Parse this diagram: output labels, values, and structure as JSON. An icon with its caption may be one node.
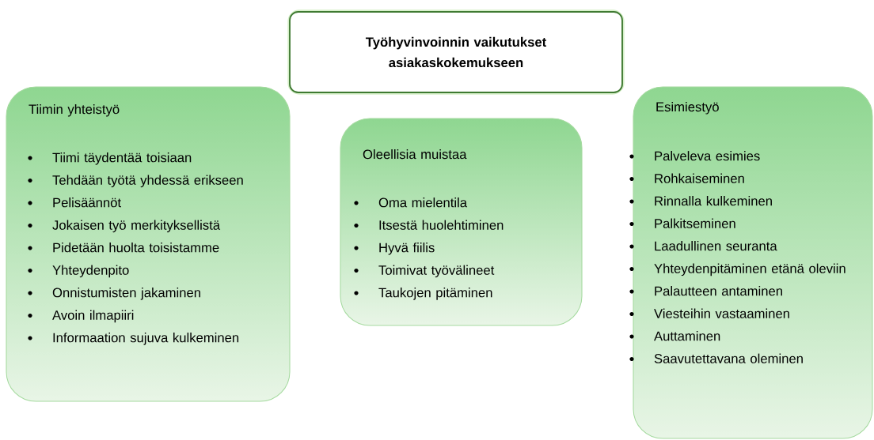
{
  "diagram": {
    "nodes": [
      {
        "text": [
          "Työhyvinvoinnin vaikutukset asiakaskokemukseen"
        ]
      },
      {
        "text": [
          "Tiimin yhteistyö",
          "Tiimi täydentää toisiaan",
          "Tehdään työtä yhdessä erikseen",
          "Pelisäännöt",
          "Jokaisen työ merkityksellistä",
          "Pidetään huolta toisistamme",
          "Yhteydenpito",
          "Onnistumisten jakaminen",
          "Avoin ilmapiiri",
          "Informaation sujuva kulkeminen"
        ]
      },
      {
        "text": [
          "Oleellisia muistaa",
          "Oma mielentila",
          "Itsestä huolehtiminen",
          "Hyvä fiilis",
          "Toimivat työvälineet",
          "Taukojen pitäminen"
        ]
      },
      {
        "text": [
          "Esimiestyö",
          "Palveleva esimies",
          "Rohkaiseminen",
          "Rinnalla kulkeminen",
          "Palkitseminen",
          "Laadullinen seuranta",
          "Yhteydenpitäminen etänä oleviin",
          "Palautteen antaminen",
          "Viesteihin vastaaminen",
          "Auttaminen",
          "Saavutettavana oleminen"
        ]
      }
    ]
  }
}
